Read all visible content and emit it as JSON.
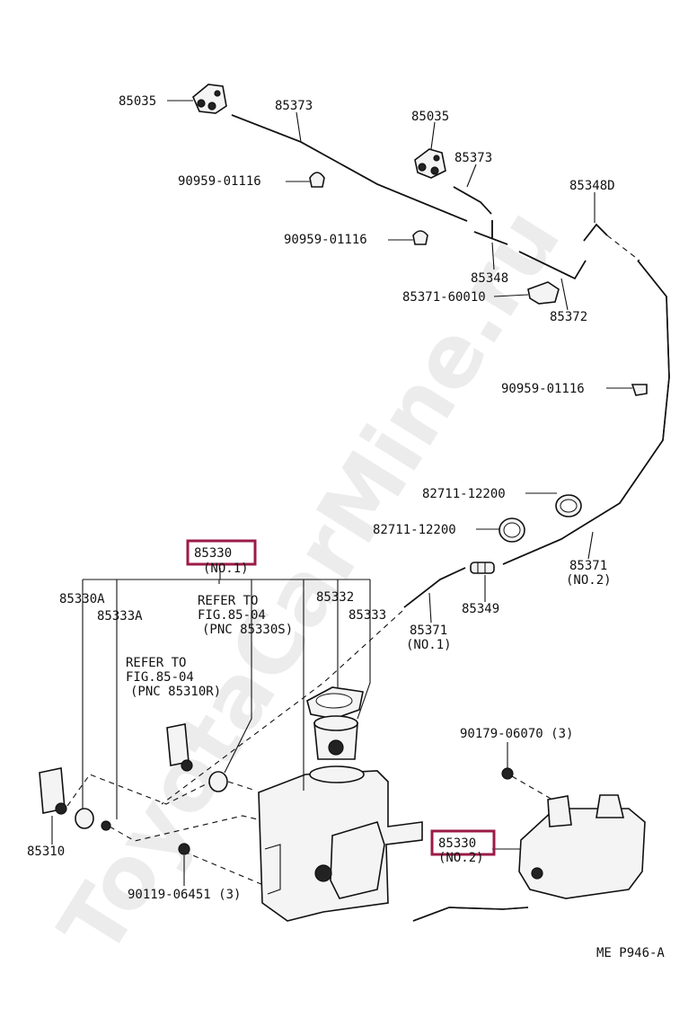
{
  "watermark": "ToyotaCarMine.ru",
  "figure_code": "ME P946-A",
  "highlight_color": "#9b1b48",
  "labels": {
    "l85035a": "85035",
    "l85373a": "85373",
    "l85035b": "85035",
    "l85373b": "85373",
    "l90959a": "90959-01116",
    "l90959b": "90959-01116",
    "l85348": "85348",
    "l85348d": "85348D",
    "l85371_60010": "85371-60010",
    "l85372": "85372",
    "l90959c": "90959-01116",
    "l82711a": "82711-12200",
    "l82711b": "82711-12200",
    "l85330_1": "85330",
    "l85330_1_sub": "(NO.1)",
    "l85371_2": "85371",
    "l85371_2_sub": "(NO.2)",
    "l85349": "85349",
    "l85330a": "85330A",
    "l85333a": "85333A",
    "l_ref1_a": "REFER TO",
    "l_ref1_b": "FIG.85-04",
    "l_ref1_c": "(PNC 85330S)",
    "l85332": "85332",
    "l85333": "85333",
    "l85371_1": "85371",
    "l85371_1_sub": "(NO.1)",
    "l_ref2_a": "REFER TO",
    "l_ref2_b": "FIG.85-04",
    "l_ref2_c": "(PNC 85310R)",
    "l90179": "90179-06070 (3)",
    "l85330_2": "85330",
    "l85330_2_sub": "(NO.2)",
    "l85310": "85310",
    "l90119": "90119-06451 (3)"
  }
}
